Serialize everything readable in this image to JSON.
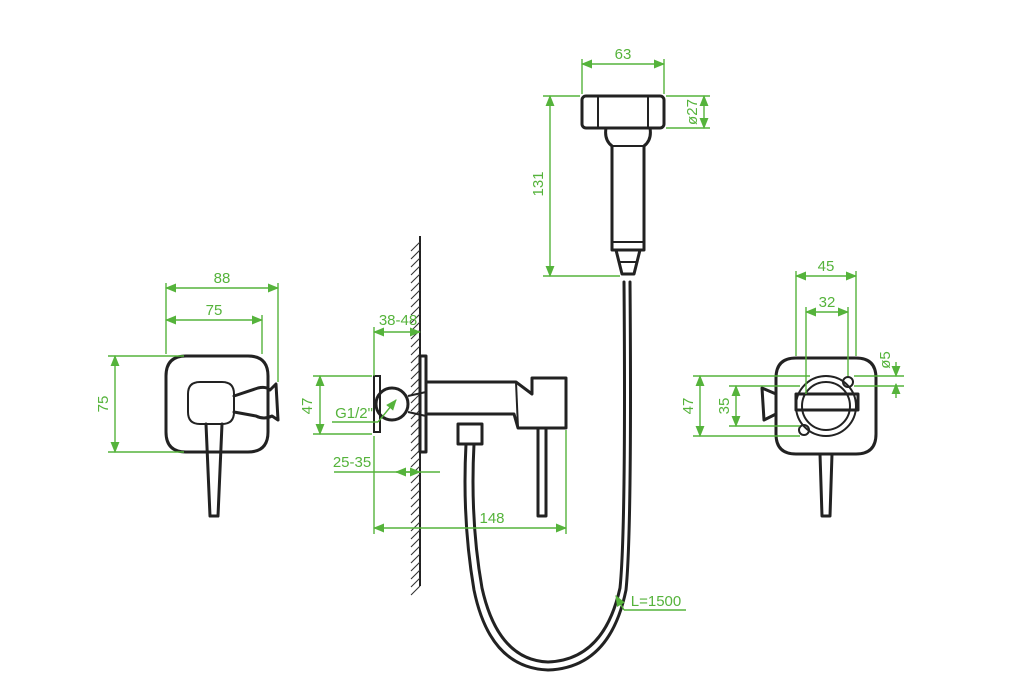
{
  "colors": {
    "line": "#222222",
    "dimension": "#55b33b",
    "background": "#ffffff"
  },
  "front_view": {
    "width_outer": "88",
    "width_inner": "75",
    "height": "75"
  },
  "side_view": {
    "wall_depth": "38-48",
    "inlet_height": "47",
    "thread": "G1/2\"",
    "recess": "25-35",
    "length": "148"
  },
  "hand_shower": {
    "head_width": "63",
    "head_diameter": "ø27",
    "length": "131"
  },
  "hose": {
    "length": "L=1500"
  },
  "rear_view": {
    "width_outer": "45",
    "width_inner": "32",
    "hole": "ø5",
    "height_outer": "47",
    "height_inner": "35"
  }
}
